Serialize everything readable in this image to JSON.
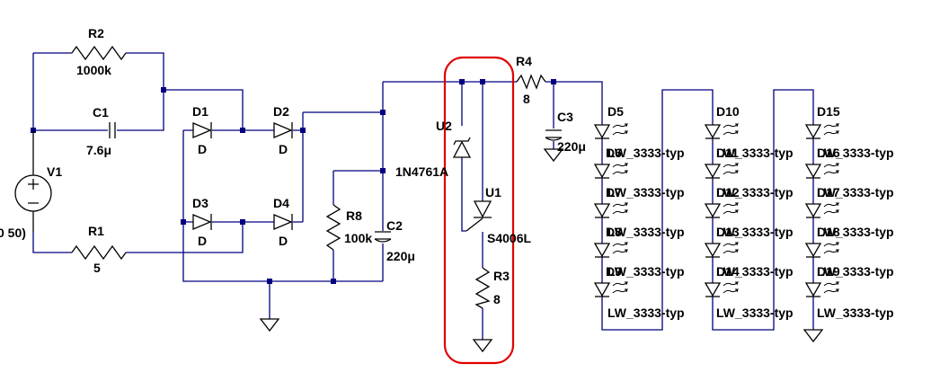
{
  "colors": {
    "wire": "#000080",
    "component": "#000000",
    "highlight": "#e00000",
    "background": "#ffffff"
  },
  "labels": {
    "R2": "R2",
    "R2_value": "1000k",
    "C1": "C1",
    "C1_value": "7.6μ",
    "V1": "V1",
    "V1_value": "0 50)",
    "R1": "R1",
    "R1_value": "5",
    "D1": "D1",
    "D1_model": "D",
    "D2": "D2",
    "D2_model": "D",
    "D3": "D3",
    "D3_model": "D",
    "D4": "D4",
    "D4_model": "D",
    "R8": "R8",
    "R8_value": "100k",
    "C2": "C2",
    "C2_value": "220μ",
    "U2": "U2",
    "U2_model": "1N4761A",
    "U1": "U1",
    "U1_model": "S4006L",
    "R3": "R3",
    "R3_value": "8",
    "R4": "R4",
    "R4_value": "8",
    "C3": "C3",
    "C3_value": "220μ",
    "D5": "D5",
    "D10": "D10",
    "D15": "D15",
    "led_model": "LW_3333-typ",
    "col1": [
      "D6",
      "D7",
      "D8",
      "D9"
    ],
    "col2": [
      "D11",
      "D12",
      "D13",
      "D14"
    ],
    "col3": [
      "D16",
      "D17",
      "D18",
      "D19"
    ]
  }
}
